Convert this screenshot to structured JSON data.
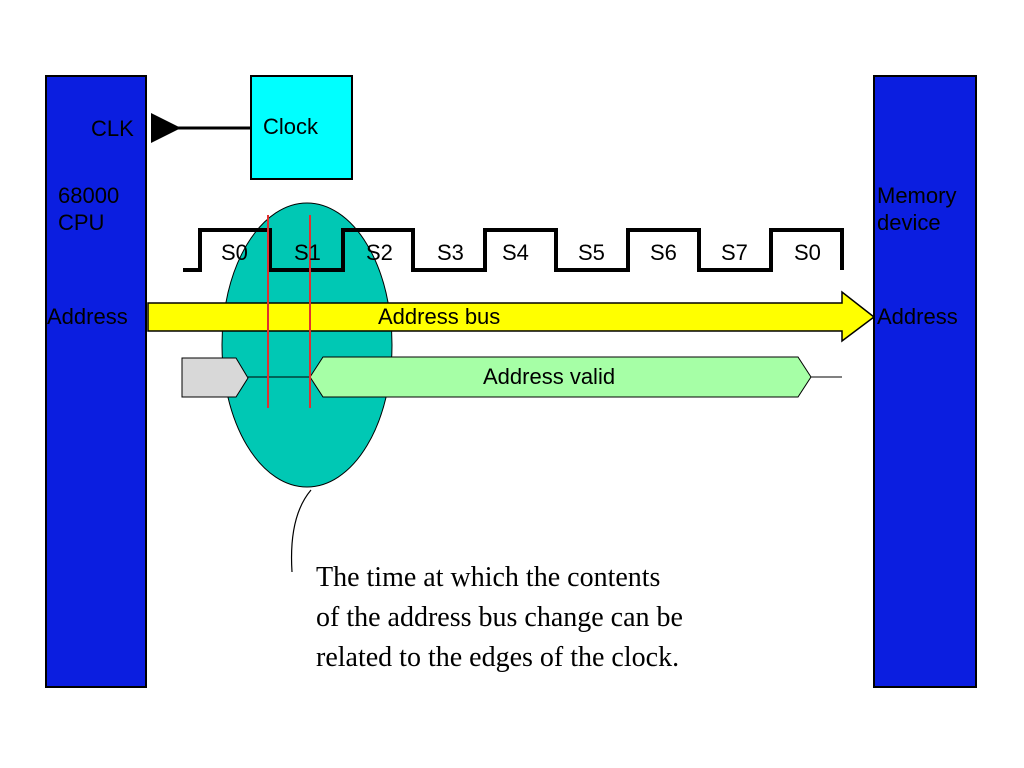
{
  "cpu": {
    "label_line1": "68000",
    "label_line2": "CPU",
    "clk_label": "CLK",
    "address_label": "Address"
  },
  "clock": {
    "label": "Clock"
  },
  "memory": {
    "label_line1": "Memory",
    "label_line2": "device",
    "address_label": "Address"
  },
  "states": [
    "S0",
    "S1",
    "S2",
    "S3",
    "S4",
    "S5",
    "S6",
    "S7",
    "S0"
  ],
  "bus": {
    "label": "Address bus"
  },
  "valid": {
    "label": "Address valid"
  },
  "caption": {
    "line1": "The time at which the contents",
    "line2": "of the address bus change can be",
    "line3": "related to the edges of the clock."
  },
  "colors": {
    "block_blue": "#0b1ee0",
    "clock_cyan": "#00ffff",
    "ellipse_teal": "#00c8b4",
    "bus_yellow": "#ffff00",
    "valid_green": "#a6ffa6",
    "marker_red": "#e03030"
  }
}
